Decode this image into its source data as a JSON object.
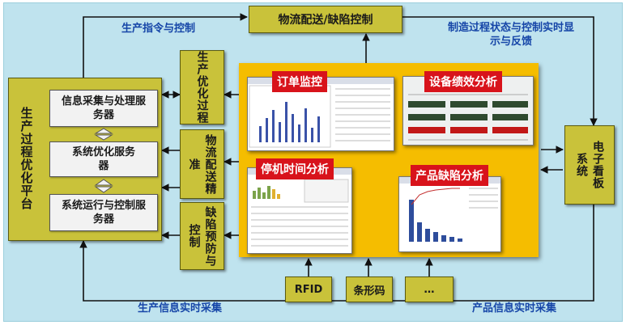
{
  "platform": {
    "title": "生产过程优化平台"
  },
  "servers": [
    {
      "label": "信息采集与处理服务器"
    },
    {
      "label": "系统优化服务器"
    },
    {
      "label": "系统运行与控制服务器"
    }
  ],
  "middle_boxes": [
    {
      "label": "生产优化过程"
    },
    {
      "label": "物流配送精准"
    },
    {
      "label": "缺陷预防与控制"
    }
  ],
  "top_box": {
    "label": "物流配送/缺陷控制"
  },
  "kanban": {
    "label": "电子看板系统"
  },
  "monitor_tags": [
    "订单监控",
    "设备绩效分析",
    "停机时间分析",
    "产品缺陷分析"
  ],
  "inputs": [
    "RFID",
    "条形码",
    "…"
  ],
  "flow_labels": {
    "top_left": "生产指令与控制",
    "top_right": "制造过程状态与控制实时显示与反馈",
    "bottom_left": "生产信息实时采集",
    "bottom_right": "产品信息实时采集"
  },
  "colors": {
    "olive": "#c9c23a",
    "panel": "#f5bd00",
    "tag": "#d8131b",
    "flow_text": "#1646a8",
    "background": "#bfe3ee"
  }
}
